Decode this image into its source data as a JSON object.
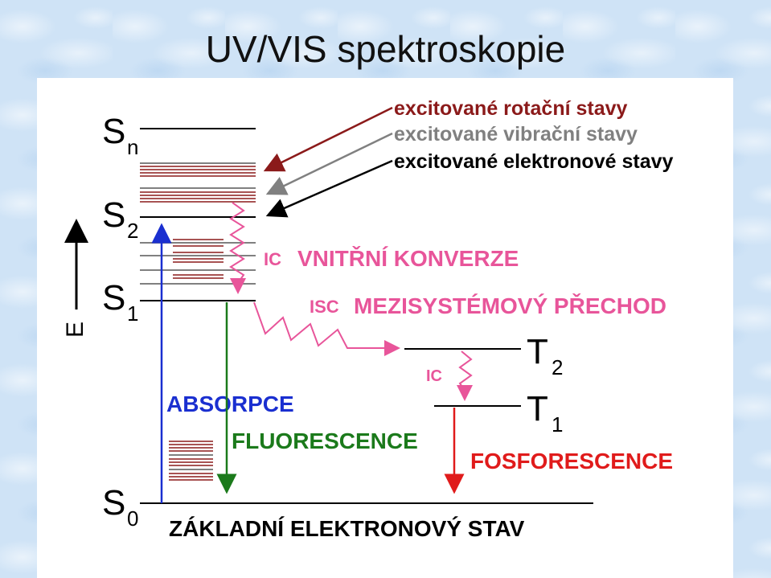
{
  "title": "UV/VIS spektroskopie",
  "levels": {
    "Sn": {
      "main": "S",
      "sub": "n"
    },
    "S2": {
      "main": "S",
      "sub": "2"
    },
    "S1": {
      "main": "S",
      "sub": "1"
    },
    "S0": {
      "main": "S",
      "sub": "0"
    },
    "T2": {
      "main": "T",
      "sub": "2"
    },
    "T1": {
      "main": "T",
      "sub": "1"
    }
  },
  "axis_label": "E",
  "legend": {
    "rotational": "excitované rotační stavy",
    "vibrational": "excitované vibrační stavy",
    "electronic": "excitované elektronové stavy"
  },
  "processes": {
    "ic_abbr": "IC",
    "ic_label": "VNITŘNÍ KONVERZE",
    "isc_abbr": "ISC",
    "isc_label": "MEZISYSTÉMOVÝ PŘECHOD",
    "ic2_abbr": "IC",
    "absorption": "ABSORPCE",
    "fluorescence": "FLUORESCENCE",
    "phosphorescence": "FOSFORESCENCE"
  },
  "ground_state_label": "ZÁKLADNÍ ELEKTRONOVÝ STAV",
  "colors": {
    "rotational": "#8b1a1a",
    "vibrational": "#808080",
    "electronic": "#000000",
    "internal_conversion": "#e8559a",
    "absorption": "#1a2fd0",
    "fluorescence": "#1b7a1b",
    "phosphorescence": "#e01b1b"
  }
}
